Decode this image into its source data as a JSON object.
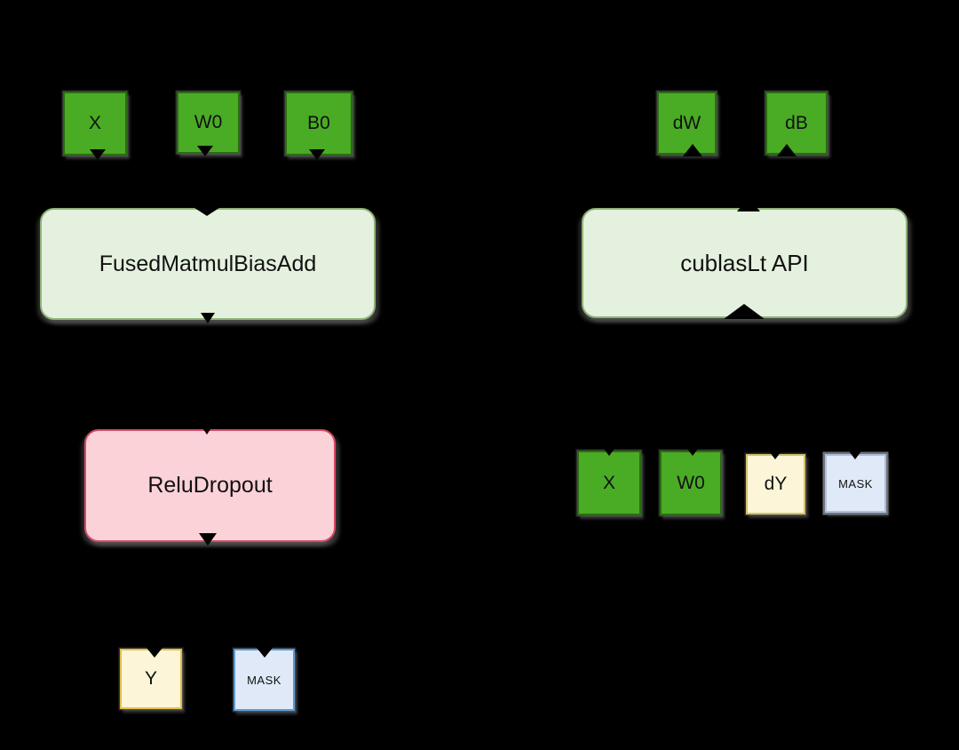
{
  "colors": {
    "bg": "#000000",
    "green-fill": "#4aab25",
    "green-border": "#2a6d12",
    "lightgreen-fill": "#e4f1de",
    "lightgreen-border": "#8fb278",
    "pink-fill": "#fbd2d8",
    "pink-border": "#d44b66",
    "cream-fill": "#fcf5d8",
    "cream-border": "#dfc04f",
    "cream-border-2": "#cfc468",
    "blue-fill": "#dfe9f8",
    "blue-border": "#5e99d6",
    "blue-border-2": "#aebfd9",
    "arrow": "#000000",
    "label": "#111111"
  },
  "nodes": {
    "fwd_x": {
      "label": "X"
    },
    "fwd_w0": {
      "label": "W0"
    },
    "fwd_b0": {
      "label": "B0"
    },
    "fused": {
      "label": "FusedMatmulBiasAdd"
    },
    "relu": {
      "label": "ReluDropout"
    },
    "out_y": {
      "label": "Y"
    },
    "out_mask": {
      "label": "MASK"
    },
    "bwd_dw": {
      "label": "dW"
    },
    "bwd_db": {
      "label": "dB"
    },
    "cublas": {
      "label": "cublasLt API"
    },
    "bwd_x": {
      "label": "X"
    },
    "bwd_w0": {
      "label": "W0"
    },
    "bwd_dy": {
      "label": "dY"
    },
    "bwd_mask": {
      "label": "MASK"
    }
  }
}
